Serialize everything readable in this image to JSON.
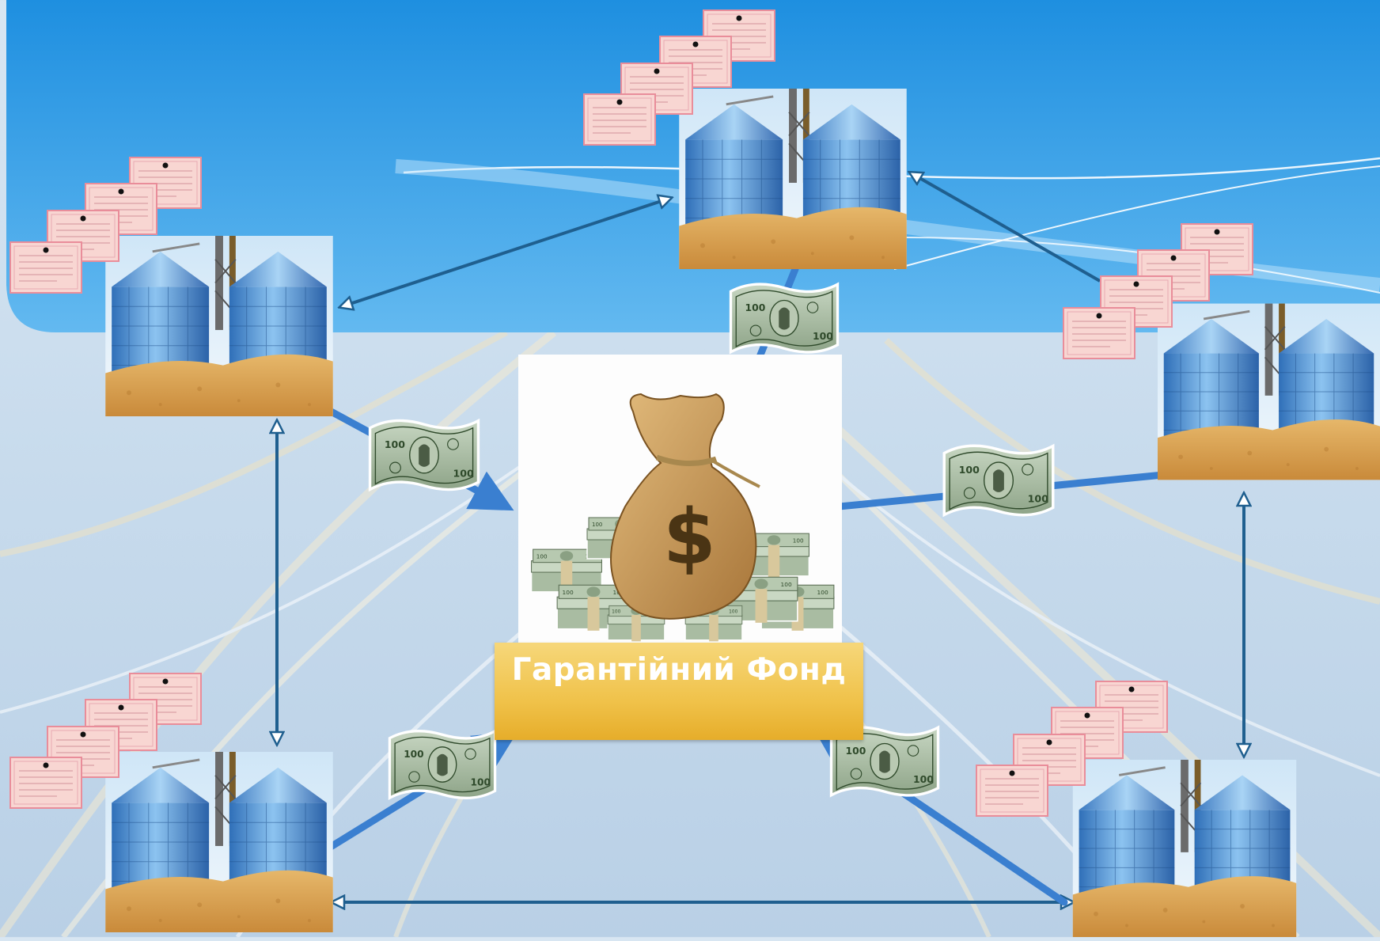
{
  "fund": {
    "label": "Гарантійний Фонд"
  },
  "colors": {
    "sky": "#2c9be6",
    "arrow_blue": "#3a7fd0",
    "arrow_dark": "#1f5f8f",
    "silo_blue": "#4f8fd0",
    "grain": "#d9a352",
    "receipt_pink": "#f6c9c4",
    "money_green": "#9fb79a",
    "bag": "#c99a55",
    "fund_gold": "#f0c24a"
  },
  "icons": [
    "grain-silo",
    "warehouse-receipt",
    "banknote",
    "money-bag",
    "dollar-sign"
  ]
}
